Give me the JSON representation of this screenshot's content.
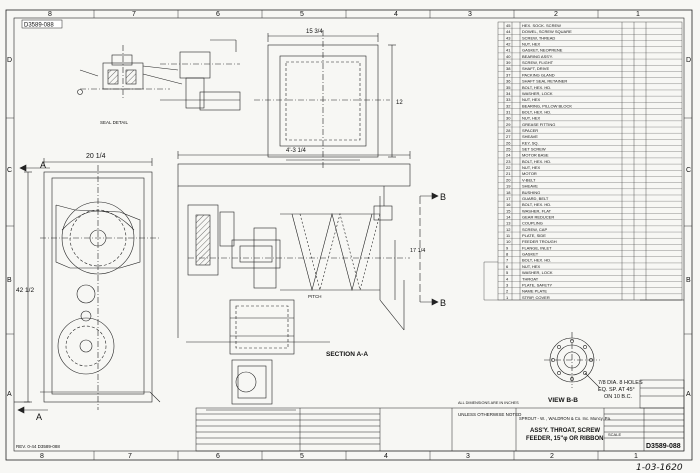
{
  "drawing": {
    "number_top": "D3589-088",
    "number_bottom": "D3589-088",
    "handwritten_ref": "1-03-1620",
    "rev_code": "REV. 0-44 D3589-088",
    "section_label": "SECTION  A-A",
    "view_label": "VIEW  B-B",
    "seal_detail": "SEAL DETAIL",
    "pitch_label": "PITCH",
    "holes_note_line1": "7/8 DIA. 8 HOLES",
    "holes_note_line2": "EQ. SP. AT 45°",
    "holes_note_line3": "ON 10 B.C.",
    "section_marker": "A",
    "view_marker": "B",
    "dim_overall_width": "20 1/4",
    "dim_height": "42 1/2",
    "dim_main_length": "4'-3 1/4",
    "dim_inlet_1": "15 3/4",
    "dim_inlet_2": "12",
    "dim_side": "17 1/4"
  },
  "grid": {
    "top_numbers": [
      "8",
      "7",
      "6",
      "5",
      "4",
      "3",
      "2",
      "1"
    ],
    "bottom_numbers": [
      "8",
      "7",
      "6",
      "5",
      "4",
      "3",
      "2",
      "1"
    ],
    "side_letters": [
      "D",
      "C",
      "B",
      "A"
    ]
  },
  "title_block": {
    "company_line": "SPROUT - W. , WALDRON & Co. Inc. Muncy, Pa.",
    "title_line1": "ASS'Y. THROAT, SCREW",
    "title_line2": "FEEDER, 15\"φ OR RIBBON",
    "drawing_no": "D3589-088",
    "scale_label": "SCALE",
    "tolerance_note": "UNLESS OTHERWISE NOTED",
    "dims_note": "ALL DIMENSIONS ARE IN INCHES"
  },
  "parts_list": {
    "rows": [
      "HEX. SOCK. SCREW",
      "DOWEL, SCREW SQUARE",
      "SCREW, THREAD",
      "NUT, HEX",
      "GASKET, NEOPRENE",
      "BEARING ASS'Y.",
      "SCREW, FLIGHT",
      "SHAFT, DRIVE",
      "PACKING GLAND",
      "SHAFT SEAL RETAINER",
      "BOLT, HEX. HD.",
      "WASHER, LOCK",
      "NUT, HEX",
      "BEARING, PILLOW BLOCK",
      "BOLT, HEX. HD.",
      "NUT, HEX",
      "GREASE FITTING",
      "SPACER",
      "SHEAVE",
      "KEY, SQ.",
      "SET SCREW",
      "MOTOR BASE",
      "BOLT, HEX. HD.",
      "NUT, HEX",
      "MOTOR",
      "V-BELT",
      "SHEAVE",
      "BUSHING",
      "GUARD, BELT",
      "BOLT, HEX. HD.",
      "WASHER, FLAT",
      "GEAR REDUCER",
      "COUPLING",
      "SCREW, CAP",
      "PLATE, SIDE",
      "FEEDER TROUGH",
      "FLANGE, INLET",
      "GASKET",
      "BOLT, HEX. HD.",
      "NUT, HEX",
      "WASHER, LOCK",
      "THROAT",
      "PLATE, SAFETY",
      "NAME PLATE",
      "STRIP, COVER"
    ]
  }
}
